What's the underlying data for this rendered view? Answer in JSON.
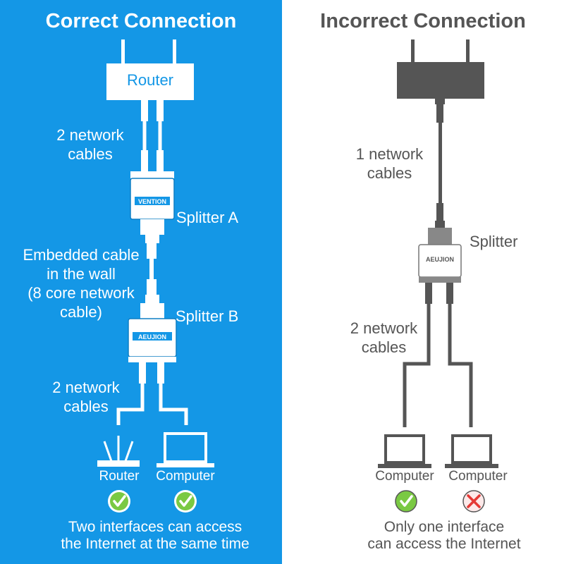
{
  "colors": {
    "left_bg": "#1497e6",
    "right_fg": "#555555",
    "check": "#7ac943",
    "cross": "#e53935"
  },
  "correct": {
    "title": "Correct Connection",
    "router_label": "Router",
    "top_cables_label_1": "2 network",
    "top_cables_label_2": "cables",
    "splitter_a_label": "Splitter A",
    "splitter_a_brand": "VENTION",
    "splitter_b_brand": "AEUJION",
    "wall_cable_label_1": "Embedded cable",
    "wall_cable_label_2": "in the wall",
    "wall_cable_label_3": "(8 core network",
    "wall_cable_label_4": "cable)",
    "splitter_b_label": "Splitter B",
    "bottom_cables_label_1": "2 network",
    "bottom_cables_label_2": "cables",
    "device_1_label": "Router",
    "device_1_icon": "router-icon",
    "device_2_label": "Computer",
    "device_2_icon": "laptop-icon",
    "device_1_status": "check-icon",
    "device_2_status": "check-icon",
    "footer_1": "Two interfaces can access",
    "footer_2": "the Internet at the same time"
  },
  "incorrect": {
    "title": "Incorrect Connection",
    "router_icon": "router-icon",
    "top_cable_label_1": "1 network",
    "top_cable_label_2": "cables",
    "splitter_label": "Splitter",
    "splitter_brand": "AEUJION",
    "bottom_cables_label_1": "2 network",
    "bottom_cables_label_2": "cables",
    "device_1_label": "Computer",
    "device_1_icon": "laptop-icon",
    "device_2_label": "Computer",
    "device_2_icon": "laptop-icon",
    "device_1_status": "check-icon",
    "device_2_status": "cross-icon",
    "footer_1": "Only one interface",
    "footer_2": "can access the Internet"
  }
}
